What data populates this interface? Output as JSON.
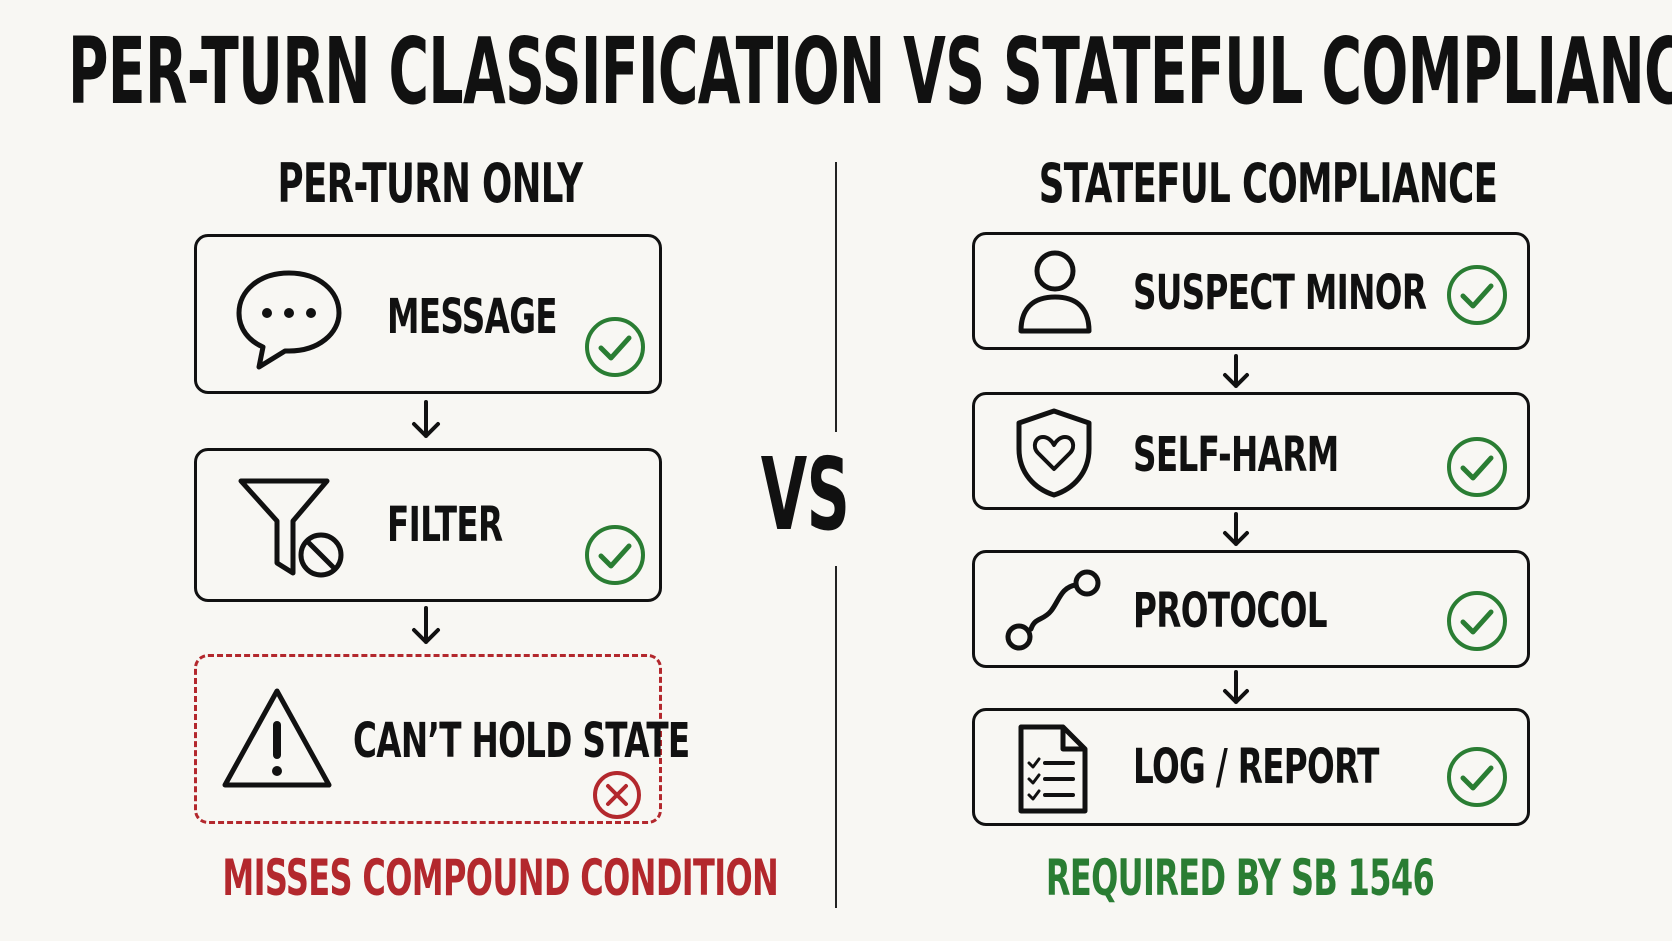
{
  "title": "PER-TURN CLASSIFICATION VS STATEFUL COMPLIANCE",
  "left": {
    "heading": "PER-TURN ONLY",
    "steps": [
      {
        "label": "MESSAGE",
        "icon": "chat-bubble-icon",
        "status": "check"
      },
      {
        "label": "FILTER",
        "icon": "filter-blocked-icon",
        "status": "check"
      },
      {
        "label": "CAN’T HOLD STATE",
        "icon": "warning-icon",
        "status": "fail"
      }
    ],
    "footer": "MISSES COMPOUND CONDITION"
  },
  "vs": "VS",
  "right": {
    "heading": "STATEFUL COMPLIANCE",
    "steps": [
      {
        "label": "SUSPECT MINOR",
        "icon": "user-icon",
        "status": "check"
      },
      {
        "label": "SELF-HARM",
        "icon": "shield-heart-icon",
        "status": "check"
      },
      {
        "label": "PROTOCOL",
        "icon": "route-icon",
        "status": "check"
      },
      {
        "label": "LOG / REPORT",
        "icon": "checklist-document-icon",
        "status": "check"
      }
    ],
    "footer": "REQUIRED BY SB 1546"
  },
  "colors": {
    "ink": "#111111",
    "success": "#2a7d33",
    "fail": "#b3282d",
    "background": "#f8f7f3"
  }
}
